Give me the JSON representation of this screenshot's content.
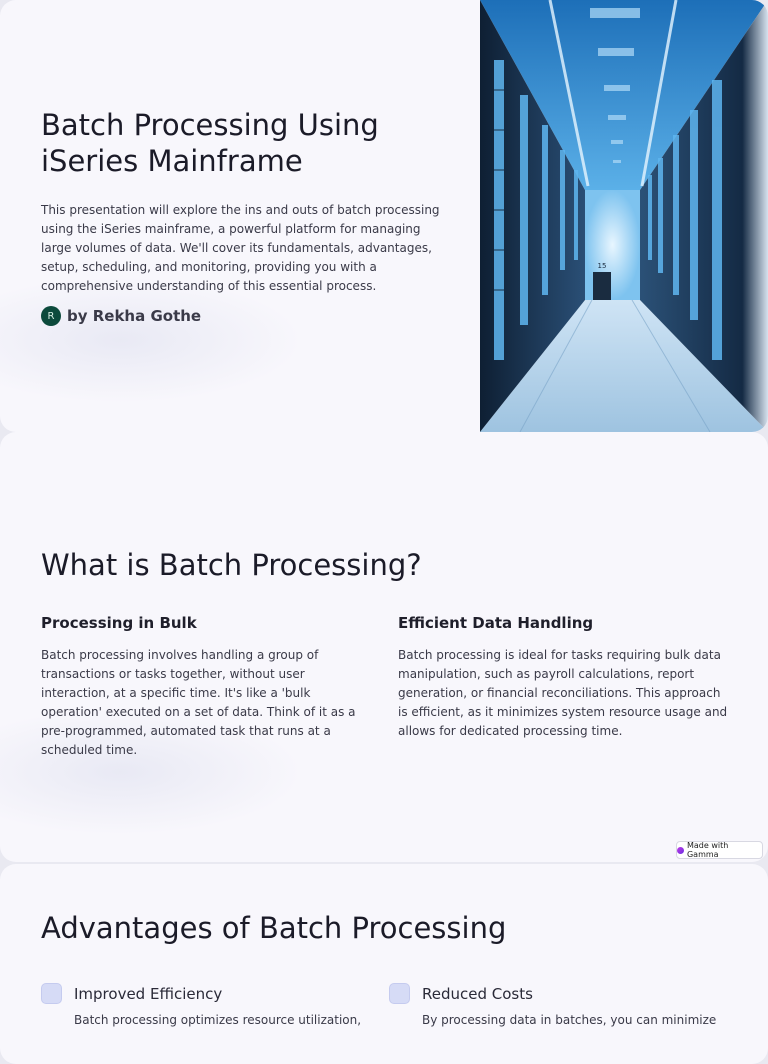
{
  "slide1": {
    "title": "Batch Processing Using iSeries Mainframe",
    "body": "This presentation will explore the ins and outs of batch processing using the iSeries mainframe, a powerful platform for managing large volumes of data. We'll cover its fundamentals, advantages, setup, scheduling, and monitoring, providing you with a comprehensive understanding of this essential process.",
    "author_initial": "R",
    "author": "by Rekha Gothe",
    "image_icon": "server-room-image"
  },
  "slide2": {
    "title": "What is Batch Processing?",
    "columns": [
      {
        "heading": "Processing in Bulk",
        "body": "Batch processing involves handling a group of transactions or tasks together, without user interaction, at a specific time. It's like a 'bulk operation' executed on a set of data. Think of it as a pre-programmed, automated task that runs at a scheduled time."
      },
      {
        "heading": "Efficient Data Handling",
        "body": "Batch processing is ideal for tasks requiring bulk data manipulation, such as payroll calculations, report generation, or financial reconciliations. This approach is efficient, as it minimizes system resource usage and allows for dedicated processing time."
      }
    ]
  },
  "badge": {
    "label": "Made with Gamma"
  },
  "slide3": {
    "title": "Advantages of Batch Processing",
    "items": [
      {
        "heading": "Improved Efficiency",
        "body": "Batch processing optimizes resource utilization,"
      },
      {
        "heading": "Reduced Costs",
        "body": "By processing data in batches, you can minimize"
      }
    ]
  },
  "colors": {
    "slide_bg": "#f8f7fc",
    "page_bg": "#e9e9f1",
    "avatar": "#0c4a3c",
    "checkbox": "#d6dbf6"
  }
}
